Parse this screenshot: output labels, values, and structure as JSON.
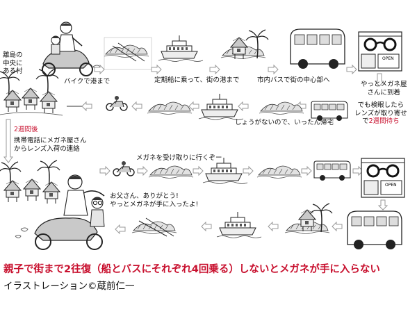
{
  "labels": {
    "village": "離島の\n中央に\nある村",
    "bike_to_port": "バイクで港まで",
    "ferry_to_port": "定期船に乗って、街の港まで",
    "bus_to_center": "市内バスで街の中心部へ",
    "arrive_shop": "やっとメガネ屋\nさんに到着",
    "wait_prefix": "でも検眼したら\nレンズが取り寄せ\nで",
    "wait_red": "2週間待ち",
    "go_home": "しょうがないので、いったん帰宅",
    "two_weeks": "2週間後",
    "phone_call": "携帯電話にメガネ屋さん\nからレンズ入荷の連絡",
    "go_pickup": "メガネを受け取りに行くぞー",
    "thanks": "お父さん、ありがとう!\nやっとメガネが手に入ったよ!"
  },
  "shop_sign": "OPEN",
  "caption": "親子で街まで2往復（船とバスにそれぞれ4回乗る）しないとメガネが手に入らない",
  "credit": "イラストレーション©蔵前仁一",
  "colors": {
    "accent_red": "#c8102e",
    "ink": "#111111",
    "arrow": "#9a9a9a"
  }
}
